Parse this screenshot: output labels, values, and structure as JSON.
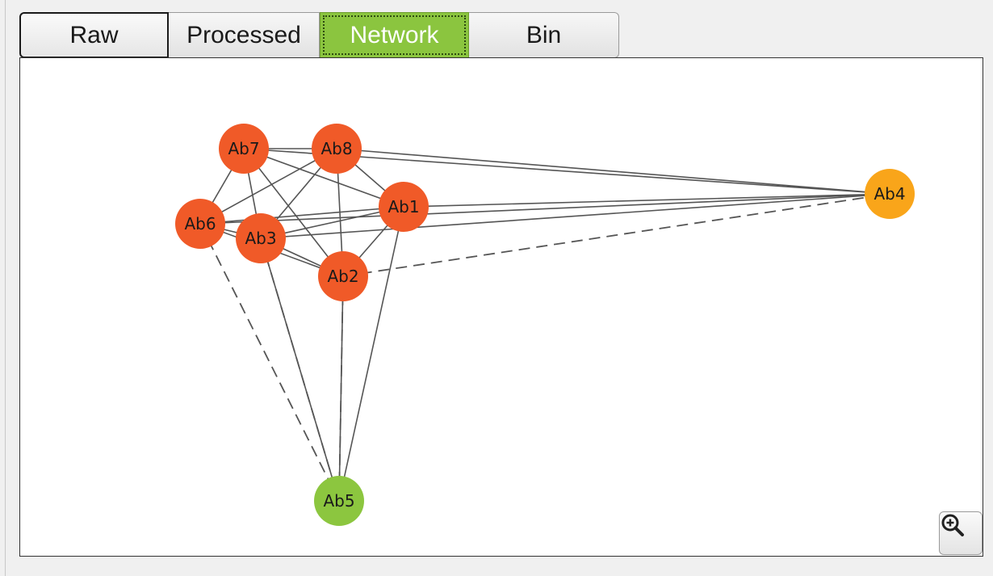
{
  "tabs": {
    "raw": "Raw",
    "processed": "Processed",
    "network": "Network",
    "bin": "Bin",
    "active": "Network"
  },
  "network": {
    "colors": {
      "orange_red": "#f05a28",
      "orange": "#f9a51a",
      "green": "#8cc63f",
      "edge": "#555555"
    },
    "nodes": [
      {
        "id": "Ab7",
        "label": "Ab7",
        "color": "#f05a28"
      },
      {
        "id": "Ab8",
        "label": "Ab8",
        "color": "#f05a28"
      },
      {
        "id": "Ab1",
        "label": "Ab1",
        "color": "#f05a28"
      },
      {
        "id": "Ab6",
        "label": "Ab6",
        "color": "#f05a28"
      },
      {
        "id": "Ab3",
        "label": "Ab3",
        "color": "#f05a28"
      },
      {
        "id": "Ab2",
        "label": "Ab2",
        "color": "#f05a28"
      },
      {
        "id": "Ab4",
        "label": "Ab4",
        "color": "#f9a51a"
      },
      {
        "id": "Ab5",
        "label": "Ab5",
        "color": "#8cc63f"
      }
    ],
    "solid_edges": [
      [
        "Ab7",
        "Ab8"
      ],
      [
        "Ab7",
        "Ab6"
      ],
      [
        "Ab7",
        "Ab3"
      ],
      [
        "Ab7",
        "Ab2"
      ],
      [
        "Ab7",
        "Ab1"
      ],
      [
        "Ab7",
        "Ab4"
      ],
      [
        "Ab8",
        "Ab6"
      ],
      [
        "Ab8",
        "Ab3"
      ],
      [
        "Ab8",
        "Ab2"
      ],
      [
        "Ab8",
        "Ab1"
      ],
      [
        "Ab8",
        "Ab4"
      ],
      [
        "Ab6",
        "Ab1"
      ],
      [
        "Ab6",
        "Ab3"
      ],
      [
        "Ab6",
        "Ab2"
      ],
      [
        "Ab6",
        "Ab4"
      ],
      [
        "Ab3",
        "Ab1"
      ],
      [
        "Ab3",
        "Ab2"
      ],
      [
        "Ab3",
        "Ab4"
      ],
      [
        "Ab3",
        "Ab5"
      ],
      [
        "Ab1",
        "Ab2"
      ],
      [
        "Ab1",
        "Ab4"
      ],
      [
        "Ab1",
        "Ab5"
      ],
      [
        "Ab2",
        "Ab5"
      ]
    ],
    "dashed_edges": [
      [
        "Ab2",
        "Ab4"
      ],
      [
        "Ab6",
        "Ab5"
      ],
      [
        "Ab3",
        "Ab5"
      ],
      [
        "Ab2",
        "Ab5"
      ]
    ]
  },
  "zoom_button": {
    "icon": "zoom-in-icon"
  }
}
